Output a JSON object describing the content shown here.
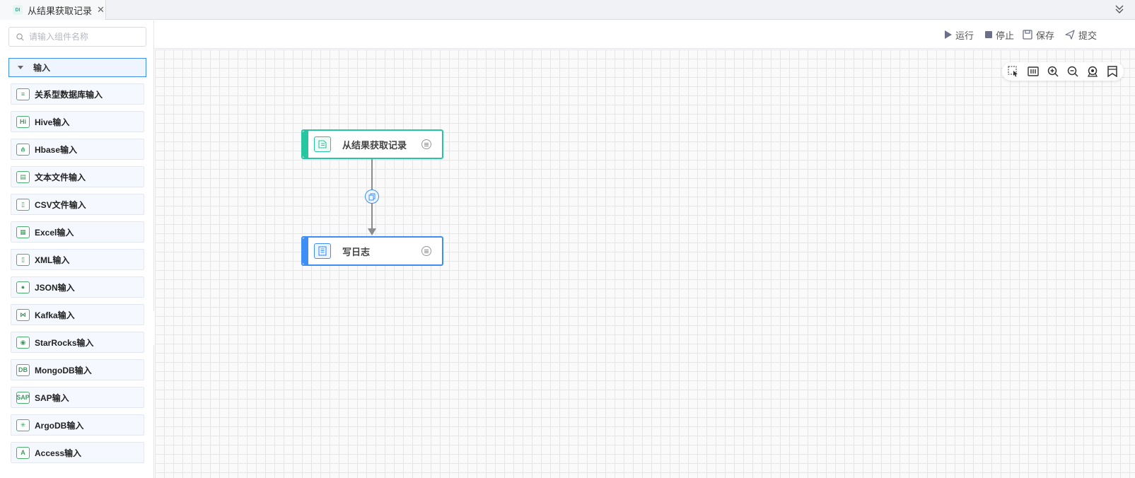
{
  "tab": {
    "title": "从结果获取记录",
    "icon_text": "DI"
  },
  "toolbar": {
    "run": "运行",
    "stop": "停止",
    "save": "保存",
    "submit": "提交"
  },
  "sidebar": {
    "search_placeholder": "请输入组件名称",
    "group_label": "输入",
    "items": [
      {
        "label": "关系型数据库输入",
        "icon": "database-icon",
        "glyph": "≡"
      },
      {
        "label": "Hive输入",
        "icon": "hive-icon",
        "glyph": "Hi"
      },
      {
        "label": "Hbase输入",
        "icon": "hbase-icon",
        "glyph": "⫛"
      },
      {
        "label": "文本文件输入",
        "icon": "text-file-icon",
        "glyph": "▤"
      },
      {
        "label": "CSV文件输入",
        "icon": "csv-file-icon",
        "glyph": "▯"
      },
      {
        "label": "Excel输入",
        "icon": "excel-icon",
        "glyph": "▦"
      },
      {
        "label": "XML输入",
        "icon": "xml-icon",
        "glyph": "▯"
      },
      {
        "label": "JSON输入",
        "icon": "json-icon",
        "glyph": "●"
      },
      {
        "label": "Kafka输入",
        "icon": "kafka-icon",
        "glyph": "⋈"
      },
      {
        "label": "StarRocks输入",
        "icon": "starrocks-icon",
        "glyph": "◉"
      },
      {
        "label": "MongoDB输入",
        "icon": "mongodb-icon",
        "glyph": "DB"
      },
      {
        "label": "SAP输入",
        "icon": "sap-icon",
        "glyph": "SAP"
      },
      {
        "label": "ArgoDB输入",
        "icon": "argodb-icon",
        "glyph": "✳"
      },
      {
        "label": "Access输入",
        "icon": "access-icon",
        "glyph": "A"
      }
    ]
  },
  "canvas": {
    "nodes": [
      {
        "label": "从结果获取记录",
        "color": "#26c6a0"
      },
      {
        "label": "写日志",
        "color": "#3d8ff6"
      }
    ]
  },
  "colors": {
    "accent": "#3d8ff6",
    "node_green": "#26c6a0",
    "icon_green": "#4caf70"
  }
}
